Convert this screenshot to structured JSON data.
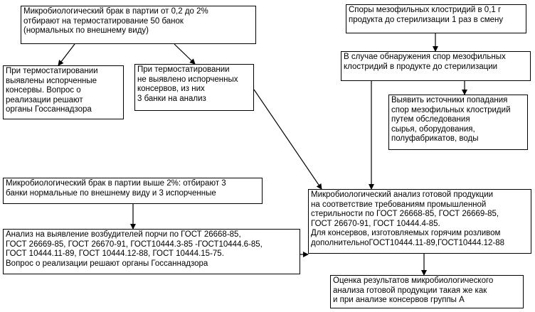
{
  "diagram": {
    "box_top_left": "Микробиологический брак в партии от 0,2 до 2%\nотбирают на термостатирование 50 банок\n(нормальных по внешнему виду)",
    "box_spoiled": "При термостатировании\nвыявлены испорченные\nконсервы. Вопрос о\nреализации решают\nорганы Госсаннадзора",
    "box_not_spoiled": "При термостатировании\nне выявлено испорченных\nконсервов, из них\n3 банки на анализ",
    "box_spores": "Споры мезофильных клостридий в 0,1 г\nпродукта до стерилизации 1 раз в смену",
    "box_if_found": "В случае обнаружения спор мезофильных\nклостридий в продукте до стерилизации",
    "box_sources": "Выявить источники попадания\nспор мезофильных клостридий\nпутем обследования\nсырья, оборудования,\nполуфабрикатов, воды",
    "box_above_2": "Микробиологический брак в партии выше 2%: отбирают 3\nбанки нормальные по внешнему виду и 3 испорченные",
    "box_analysis_left": "Анализ на выявление возбудителей порчи по ГОСТ 26668-85,\n ГОСТ 26669-85, ГОСТ 26670-91, ГОСТ10444.3-85 -ГОСТ10444.6-85,\n ГОСТ 10444.11-89, ГОСТ 10444.12-88, ГОСТ 10444.15-75.\nВопрос о реализации решают органы Госсаннадзора",
    "box_analysis_right": "Микробиологический анализ готовой продукции\nна соответствие требованиям промышленной\nстерильности по ГОСТ 26668-85, ГОСТ 26669-85,\nГОСТ 26670-91, ГОСТ 10444.4-85.\nДля консервов, изготовляемых горячим розливом\nдополнительноГОСТ10444.11-89,ГОСТ10444.12-88",
    "box_evaluation": "Оценка результатов микробиологического\nанализа готовой продукции такая же как\nи при анализе консервов группы А"
  }
}
